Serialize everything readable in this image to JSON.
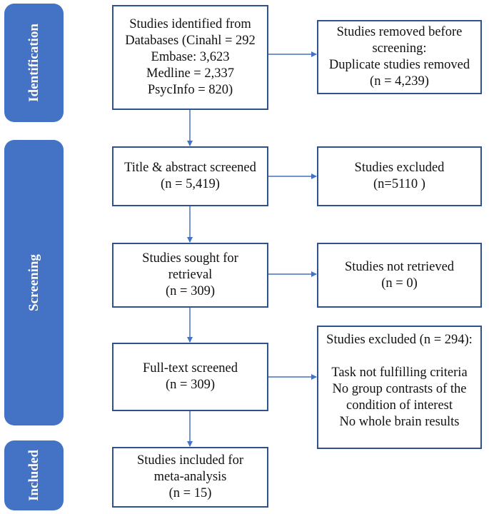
{
  "phases": [
    {
      "id": "identification",
      "label": "Identification"
    },
    {
      "id": "screening",
      "label": "Screening"
    },
    {
      "id": "included",
      "label": "Included"
    }
  ],
  "boxes": {
    "identified": {
      "lines": [
        "Studies identified from",
        "Databases (Cinahl = 292",
        "Embase: 3,623",
        "Medline = 2,337",
        "PsycInfo = 820)"
      ]
    },
    "removed": {
      "lines": [
        "Studies removed before",
        "screening:",
        "Duplicate studies removed",
        "(n = 4,239)"
      ]
    },
    "title_abstract": {
      "lines": [
        "Title & abstract screened",
        "(n = 5,419)"
      ]
    },
    "excluded_ta": {
      "lines": [
        "Studies excluded",
        "(n=5110 )"
      ]
    },
    "sought": {
      "lines": [
        "Studies sought for",
        "retrieval",
        "(n = 309)"
      ]
    },
    "not_retrieved": {
      "lines": [
        "Studies not retrieved",
        "(n = 0)"
      ]
    },
    "full_text": {
      "lines": [
        "Full-text screened",
        "(n = 309)"
      ]
    },
    "excluded_ft": {
      "heading": "Studies excluded (n = 294):",
      "reasons": [
        "Task not fulfilling criteria",
        "No group contrasts of the",
        "condition of interest",
        "No whole brain results"
      ]
    },
    "included": {
      "lines": [
        "Studies included for",
        "meta-analysis",
        "(n = 15)"
      ]
    }
  },
  "colors": {
    "phase_fill": "#4472c4",
    "box_border": "#2f528f",
    "arrow": "#4472c4",
    "phase_text": "#ffffff"
  }
}
